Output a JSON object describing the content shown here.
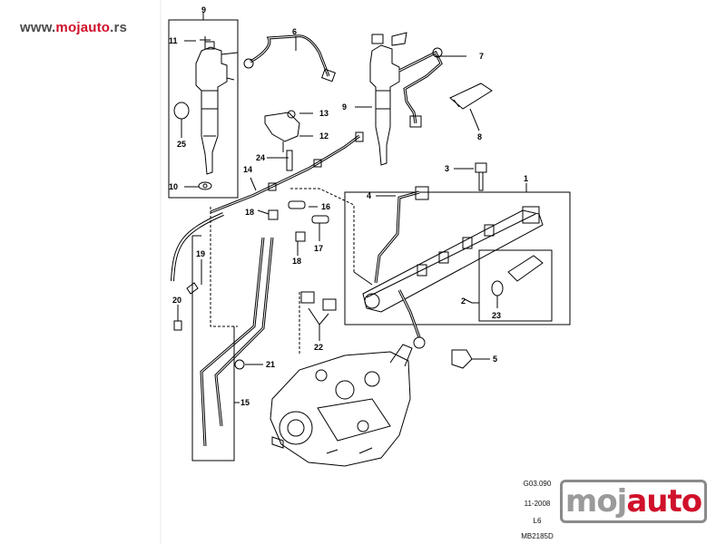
{
  "header": {
    "url_prefix": "www.",
    "url_accent": "mojauto",
    "url_suffix": ".rs"
  },
  "diagram": {
    "callouts": {
      "c1": "1",
      "c2": "2",
      "c3": "3",
      "c4": "4",
      "c5": "5",
      "c6": "6",
      "c7": "7",
      "c8": "8",
      "c9a": "9",
      "c9b": "9",
      "c10": "10",
      "c11": "11",
      "c12": "12",
      "c13": "13",
      "c14": "14",
      "c15": "15",
      "c16": "16",
      "c17": "17",
      "c18a": "18",
      "c18b": "18",
      "c19": "19",
      "c20": "20",
      "c21": "21",
      "c22": "22",
      "c23": "23",
      "c24": "24",
      "c25": "25"
    },
    "reference": {
      "code": "G03.090",
      "date": "11-2008",
      "variant": "L6",
      "drawing": "MB2185D"
    },
    "colors": {
      "callout": "#000000",
      "line": "#000000",
      "watermark_red": "#d0102a",
      "watermark_grey": "#9a9a9a"
    }
  },
  "watermark": {
    "part1": "moj",
    "part2": "auto"
  }
}
